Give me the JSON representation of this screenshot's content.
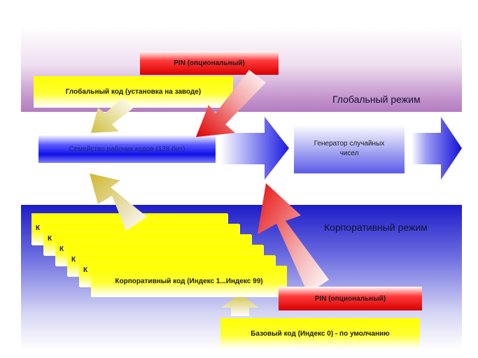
{
  "zones": {
    "global_label": "Глобальный режим",
    "corporate_label": "Корпоративный режим"
  },
  "boxes": {
    "pin_top": "PIN (опциональный)",
    "global_code": "Глобальный код (установка на заводе)",
    "work_code_family": "Семейство рабочих кодов (128 бит)",
    "rng_line1": "Генератор случайных",
    "rng_line2": "чисел",
    "corporate_code": "Корпоративный код (Индекс 1...Индекс 99)",
    "pin_bottom": "PIN (опциональный)",
    "base_code": "Базовый код (Индекс 0) - по умолчанию"
  },
  "stack": {
    "card_letter": "К"
  },
  "colors": {
    "pin_red": "#e00000",
    "code_yellow": "#ffff00",
    "family_blue": "#1010e8",
    "arrow_olive": "#d8c840",
    "arrow_blue": "#2020e0"
  }
}
